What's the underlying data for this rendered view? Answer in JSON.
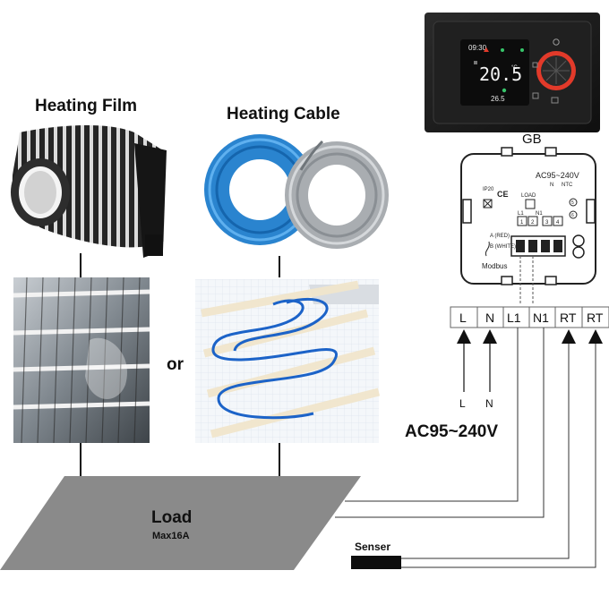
{
  "titles": {
    "heating_film": "Heating Film",
    "heating_cable": "Heating Cable",
    "or": "or"
  },
  "thermostat": {
    "model": "GB",
    "display": {
      "time": "09:30",
      "temperature": "20.5",
      "temp_unit": "°C",
      "set_temperature": "26.5"
    },
    "back_labels": {
      "ip_rating": "IP20",
      "ce_mark": "CE",
      "voltage": "AC95~240V",
      "load": "LOAD",
      "l1": "L1",
      "n1": "N1",
      "n": "N",
      "ntc": "NTC",
      "a_red": "A (RED)",
      "b_white": "B (WHITE)",
      "modbus": "Modbus",
      "pins": [
        "1",
        "2",
        "3",
        "4",
        "5",
        "6"
      ]
    }
  },
  "terminals": [
    "L",
    "N",
    "L1",
    "N1",
    "RT",
    "RT"
  ],
  "supply": {
    "line_labels": [
      "L",
      "N"
    ],
    "voltage": "AC95~240V"
  },
  "load": {
    "label": "Load",
    "max": "Max16A"
  },
  "sensor": {
    "label": "Senser"
  },
  "colors": {
    "load_fill": "#8a8a8a",
    "cable_blue": "#1f7fd1",
    "cable_grey": "#b9bcbf",
    "thermostat_body": "#1a1a1a",
    "knob_ring": "#e23a2a",
    "display_green": "#37c46a"
  }
}
